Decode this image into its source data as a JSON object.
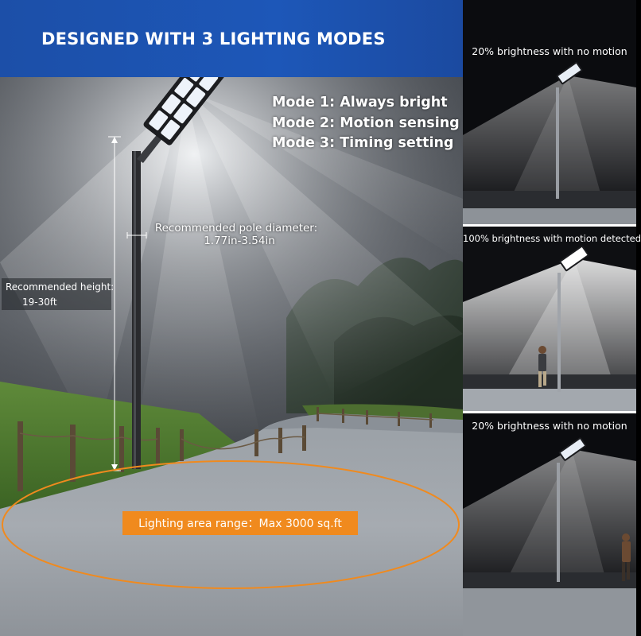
{
  "headline": "DESIGNED WITH 3 LIGHTING MODES",
  "modes": [
    "Mode 1: Always bright",
    "Mode 2: Motion sensing",
    "Mode 3: Timing setting"
  ],
  "pole_diameter": {
    "label": "Recommended pole diameter:",
    "value": "1.77in-3.54in"
  },
  "height": {
    "label": "Recommended height:",
    "value": "19-30ft"
  },
  "area": {
    "label": "Lighting area range：Max 3000 sq.ft"
  },
  "panels": [
    {
      "caption": "20% brightness with no motion",
      "brightness_percent": 20,
      "person": false
    },
    {
      "caption": "100% brightness with motion detected",
      "brightness_percent": 100,
      "person": true
    },
    {
      "caption": "20% brightness with no motion",
      "brightness_percent": 20,
      "person": true
    }
  ],
  "colors": {
    "headline_bar": "#1d57b8",
    "accent_orange": "#f08a1e",
    "night_sky": "#0c0d10"
  }
}
